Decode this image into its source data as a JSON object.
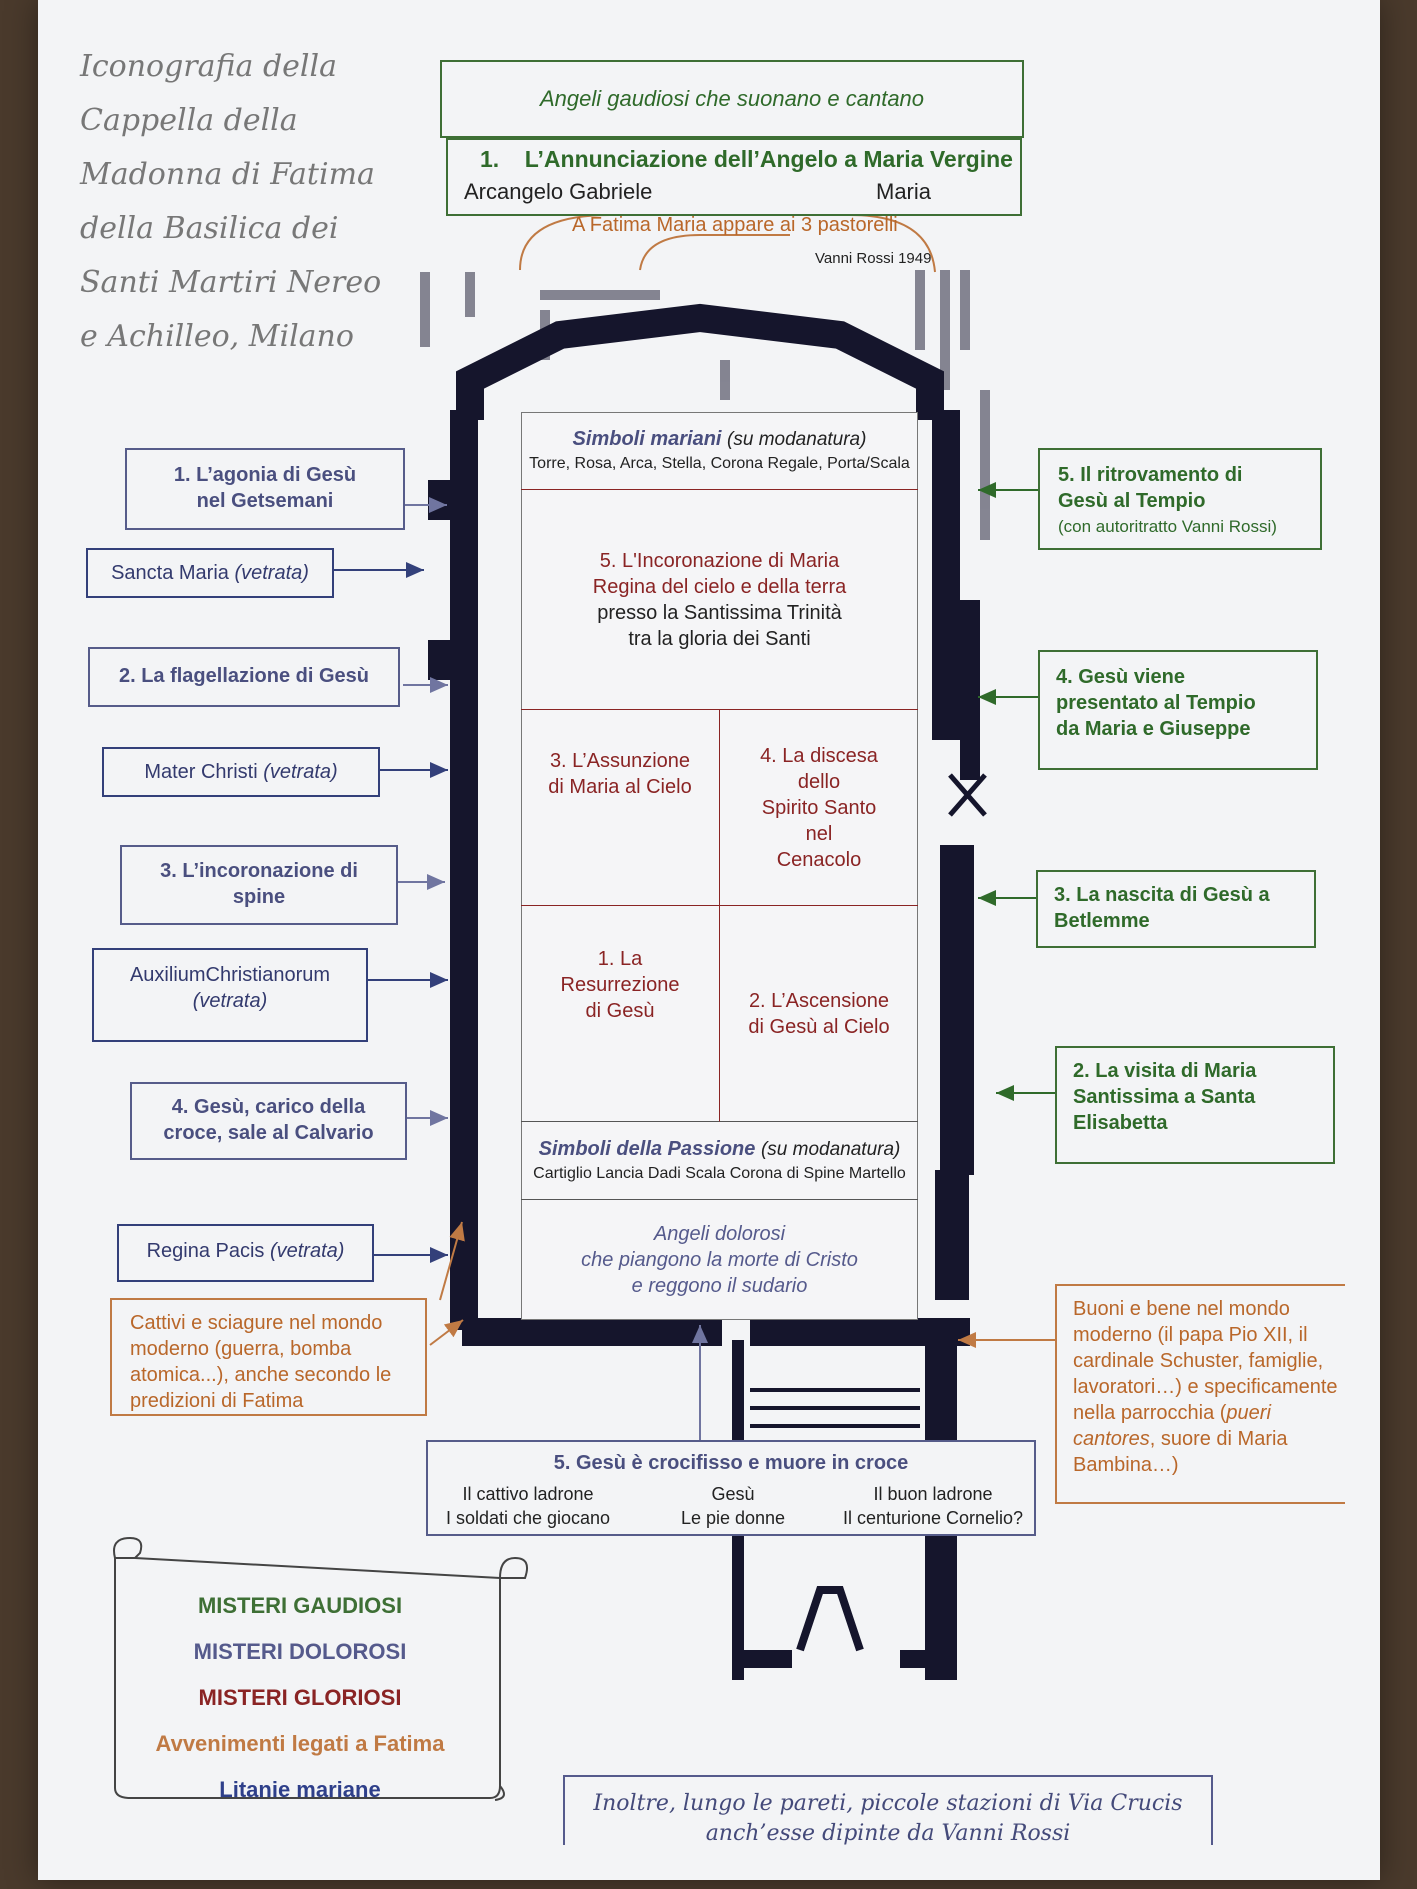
{
  "title_lines": [
    "Iconografia della",
    "Cappella della",
    "Madonna di Fatima",
    "della Basilica dei",
    "Santi Martiri Nereo",
    "e Achilleo, Milano"
  ],
  "top": {
    "angeli_gaudiosi": "Angeli gaudiosi che suonano e cantano",
    "annunciazione": {
      "title": "1.    L’Annunciazione dell’Angelo a Maria Vergine",
      "left": "Arcangelo Gabriele",
      "right": "Maria"
    },
    "fatima_arch": "A Fatima Maria appare ai 3 pastorelli",
    "signature": "Vanni Rossi 1949"
  },
  "center": {
    "simboli_mariani": {
      "title": "Simboli mariani",
      "note": "(su modanatura)",
      "items": "Torre, Rosa, Arca, Stella, Corona Regale, Porta/Scala"
    },
    "incoronazione": [
      "5. L'Incoronazione di Maria",
      "Regina del cielo e della terra",
      "presso la Santissima Trinità",
      "tra la gloria dei Santi"
    ],
    "assunzione": [
      "3. L’Assunzione",
      "di Maria al Cielo"
    ],
    "discesa": [
      "4.  La discesa",
      "dello",
      "Spirito Santo",
      "nel",
      "Cenacolo"
    ],
    "resurrezione": [
      "1. La",
      "Resurrezione",
      "di Gesù"
    ],
    "ascensione": [
      "2. L’Ascensione",
      "di Gesù al Cielo"
    ],
    "simboli_passione": {
      "title": "Simboli della Passione",
      "note": "(su modanatura)",
      "items": "Cartiglio Lancia Dadi Scala Corona di Spine Martello"
    },
    "angeli_dolorosi": [
      "Angeli dolorosi",
      "che piangono la morte di Cristo",
      "e reggono il sudario"
    ]
  },
  "left": {
    "agonia": [
      "1. L’agonia di Gesù",
      "nel Getsemani"
    ],
    "sancta_maria": {
      "text": "Sancta Maria ",
      "note": "(vetrata)"
    },
    "flagellazione": "2. La flagellazione di Gesù",
    "mater_christi": {
      "text": "Mater Christi ",
      "note": "(vetrata)"
    },
    "incoronazione_spine": [
      "3. L’incoronazione di",
      "spine"
    ],
    "auxilium": {
      "text": "AuxiliumChristianorum",
      "note": "(vetrata)"
    },
    "calvario": [
      "4. Gesù, carico della",
      "croce, sale al Calvario"
    ],
    "regina_pacis": {
      "text": "Regina Pacis ",
      "note": "(vetrata)"
    },
    "cattivi": [
      "Cattivi e  sciagure nel mondo",
      "moderno (guerra, bomba",
      "atomica...), anche secondo le",
      "predizioni di Fatima"
    ]
  },
  "right": {
    "ritrovamento": [
      "5. Il ritrovamento di",
      "Gesù al Tempio",
      "(con autoritratto Vanni Rossi)"
    ],
    "presentato": [
      "4. Gesù viene",
      "presentato al Tempio",
      "da Maria e Giuseppe"
    ],
    "nascita": [
      "3. La nascita di Gesù a",
      "Betlemme"
    ],
    "visita": [
      "2. La visita di Maria",
      "Santissima a Santa",
      "Elisabetta"
    ],
    "buoni": {
      "l1": "Buoni e bene nel mondo",
      "l2": "moderno (il papa Pio XII, il",
      "l3": "cardinale Schuster, famiglie,",
      "l4": "lavoratori…) e specificamente",
      "l5a": "nella parrocchia (",
      "l5b": "pueri",
      "l6a": "cantores",
      "l6b": ", suore di Maria",
      "l7": "Bambina…)"
    }
  },
  "crocifisso": {
    "title": "5. Gesù è crocifisso e muore in croce",
    "c1": [
      "Il cattivo ladrone",
      "I soldati che giocano"
    ],
    "c2": [
      "Gesù",
      "Le pie donne"
    ],
    "c3": [
      "Il buon ladrone",
      "Il centurione Cornelio?"
    ]
  },
  "legend": {
    "items": [
      "MISTERI GAUDIOSI",
      "MISTERI DOLOROSI",
      "MISTERI GLORIOSI",
      "Avvenimenti legati a Fatima",
      "Litanie mariane"
    ],
    "colors": [
      "#3e6f35",
      "#555a8c",
      "#8a2424",
      "#c07a44",
      "#2e3f8a"
    ]
  },
  "footer": [
    "Inoltre, lungo le pareti, piccole stazioni di Via Crucis",
    "anch’esse dipinte da Vanni Rossi"
  ]
}
